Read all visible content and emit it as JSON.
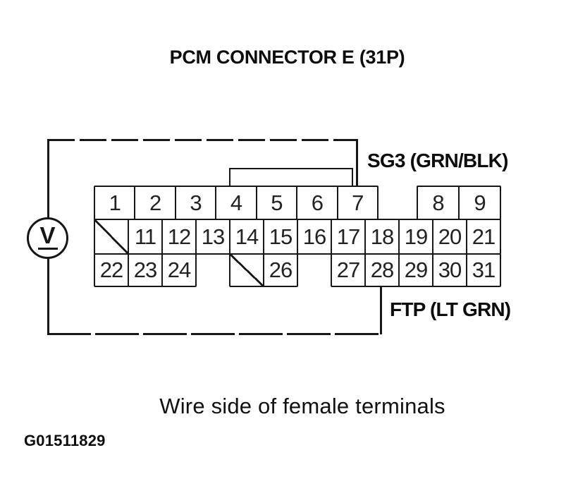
{
  "title": "PCM CONNECTOR E (31P)",
  "wire_labels": {
    "sg3": "SG3 (GRN/BLK)",
    "ftp": "FTP (LT GRN)"
  },
  "meter": {
    "type": "voltmeter",
    "symbol": "V"
  },
  "connector": {
    "top_left": [
      "1",
      "2",
      "3",
      "4",
      "5",
      "6",
      "7"
    ],
    "top_right": [
      "8",
      "9"
    ],
    "middle": [
      "11",
      "12",
      "13",
      "14",
      "15",
      "16",
      "17",
      "18",
      "19",
      "20",
      "21"
    ],
    "bottom_left": [
      "22",
      "23",
      "24"
    ],
    "bottom_26": "26",
    "bottom_right": [
      "27",
      "28",
      "29",
      "30",
      "31"
    ]
  },
  "caption": "Wire side of female terminals",
  "figure_id": "G01511829",
  "colors": {
    "ink": "#161616",
    "paper": "#ffffff"
  }
}
